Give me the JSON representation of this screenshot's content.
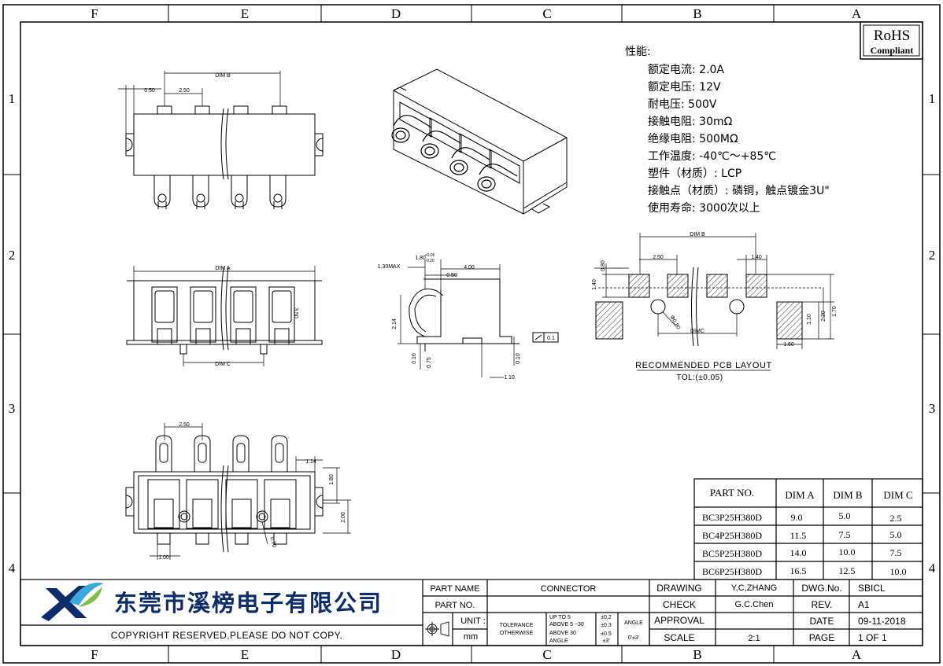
{
  "frame": {
    "col_letters": [
      "F",
      "E",
      "D",
      "C",
      "B",
      "A"
    ],
    "row_numbers": [
      "1",
      "2",
      "3",
      "4"
    ]
  },
  "rohs": {
    "title": "RoHS",
    "subtitle": "Compliant"
  },
  "specs": {
    "heading": "性能:",
    "lines": [
      "额定电流: 2.0A",
      "额定电压: 12V",
      "耐电压: 500V",
      "接触电阻: 30mΩ",
      "绝缘电阻: 500MΩ",
      "工作温度: -40℃～+85℃",
      "塑件（材质）: LCP",
      "接触点（材质）: 磷铜，触点镀金3U\"",
      "使用寿命: 3000次以上"
    ]
  },
  "dims": {
    "top_dim_b": "DIM B",
    "top_050": "0.50",
    "top_250": "2.50",
    "front_dim_a": "DIM A",
    "front_dim_c": "DIM C",
    "front_350": "3.50",
    "side_130max": "1.30MAX",
    "side_180": "1.80",
    "side_tol_plus": "+0.05",
    "side_tol_minus": "-0.20",
    "side_400": "4.00",
    "side_050": "0.50",
    "side_214": "2.14",
    "side_010a": "0.10",
    "side_075": "0.75",
    "side_010b": "0.10",
    "side_110": "1.10",
    "side_flat": "0.1",
    "pcb_dim_b": "DIM B",
    "pcb_080": "0.80",
    "pcb_140a": "1.40",
    "pcb_250": "2.50",
    "pcb_140b": "1.40",
    "pcb_phi": "Φ0.80",
    "pcb_dim_c": "DIMC",
    "pcb_110": "1.10",
    "pcb_220": "2.20",
    "pcb_170": "1.70",
    "pcb_160": "1.60",
    "pcb_title": "RECOMMENDED PCB LAYOUT",
    "pcb_tol": "TOL:(±0.05)",
    "bot_250": "2.50",
    "bot_114": "1.14",
    "bot_180": "1.80",
    "bot_200": "2.00",
    "bot_100": "1.00",
    "bot_070": "0.70"
  },
  "part_table": {
    "headers": [
      "PART NO.",
      "DIM A",
      "DIM B",
      "DIM C"
    ],
    "rows": [
      [
        "BC3P25H380D",
        "9.0",
        "5.0",
        "2.5"
      ],
      [
        "BC4P25H380D",
        "11.5",
        "7.5",
        "5.0"
      ],
      [
        "BC5P25H380D",
        "14.0",
        "10.0",
        "7.5"
      ],
      [
        "BC6P25H380D",
        "16.5",
        "12.5",
        "10.0"
      ]
    ]
  },
  "title_block": {
    "company": "东莞市溪榜电子有限公司",
    "copyright": "COPYRIGHT RESERVED,PLEASE DO NOT COPY.",
    "part_name_label": "PART NAME",
    "part_name_value": "CONNECTOR",
    "part_no_label": "PART NO.",
    "unit_label": "UNIT :",
    "unit_value": "mm",
    "tolerance_label": "TOLERANCE",
    "otherwise_label": "OTHERWISE",
    "tol_up_to_5": "UP TO 5",
    "tol_above_5_30": "ABOVE 5 ~30",
    "tol_above_30": "ABOVE 30",
    "tol_angle": "ANGLE",
    "tol_v1": "±0.2",
    "tol_v2": "±0.3",
    "tol_v3": "±0.5",
    "tol_v4": "±3'",
    "angle_label": "ANGLE",
    "angle_value": "0'±3'",
    "drawing_label": "DRAWING",
    "drawing_value": "Y,C,ZHANG",
    "check_label": "CHECK",
    "check_value": "G.C.Chen",
    "approval_label": "APPROVAL",
    "scale_label": "SCALE",
    "scale_value": "2:1",
    "dwg_label": "DWG.No.",
    "dwg_value": "SBICL",
    "rev_label": "REV.",
    "rev_value": "A1",
    "date_label": "DATE",
    "date_value": "09-11-2018",
    "page_label": "PAGE",
    "page_value": "1 OF 1"
  }
}
